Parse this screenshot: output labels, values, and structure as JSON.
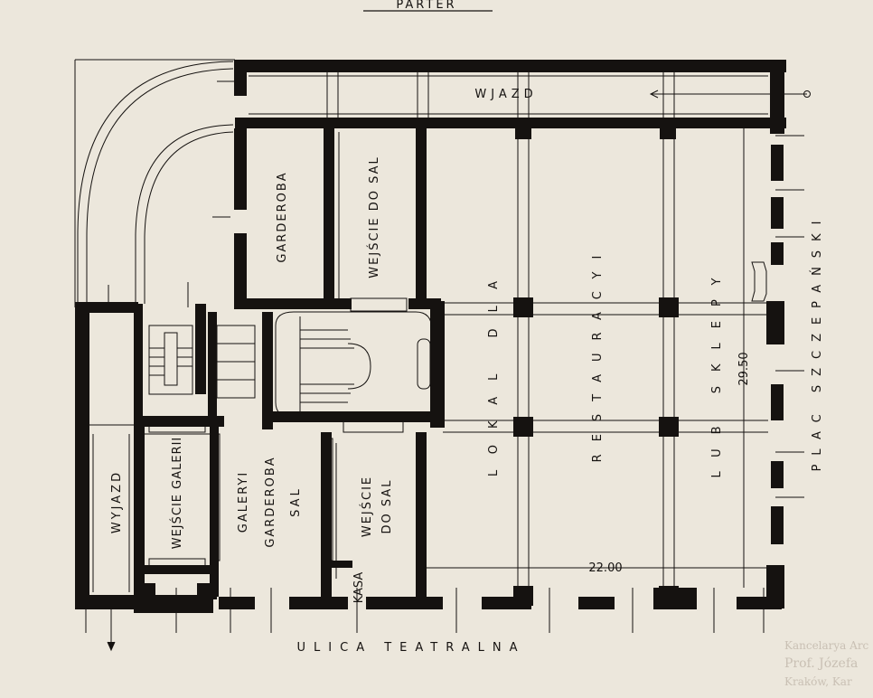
{
  "drawing": {
    "title": "PARTER",
    "street_label": "ULICA  TEATRALNA",
    "square_label": "PLAC  SZCZEPAŃSKI"
  },
  "rooms": {
    "wjazd_top": "WJAZD",
    "garderoba": "GARDEROBA",
    "wejscie_do_sal_upper": "WEJŚCIE DO SAL",
    "lokal_dla": "LOKAL DLA",
    "restauracyi": "RESTAURACYI",
    "lub_sklepy": "LUB SKLEPY",
    "wyjazd": "WYJAZD",
    "wejscie_galerii": "WEJŚCIE GALERII",
    "galeryi": "GALERYI",
    "garderoba_sal": "GARDEROBA",
    "sal": "SAL",
    "wejscie_lower": "WEJŚCIE",
    "do_sal_lower": "DO SAL",
    "kasa": "KASA"
  },
  "dimensions": {
    "depth": "29.50",
    "width": "22.00"
  },
  "stamp": {
    "line1": "Kancelarya Arc",
    "line2": "Prof. Józefa",
    "line3": "Kraków, Kar"
  }
}
